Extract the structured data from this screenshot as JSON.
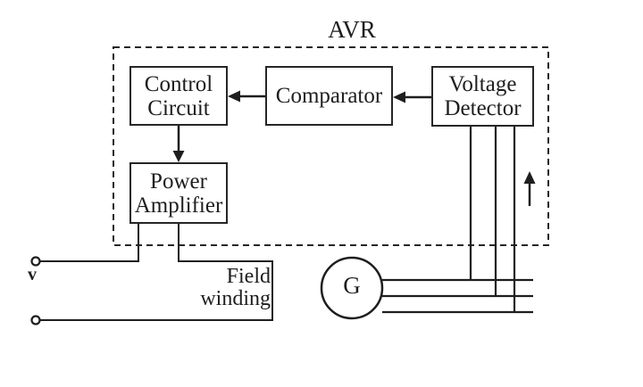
{
  "diagram": {
    "title": "AVR",
    "type": "block-diagram",
    "blocks": {
      "control_circuit": {
        "label": "Control Circuit"
      },
      "comparator": {
        "label": "Comparator"
      },
      "voltage_detector": {
        "label": "Voltage Detector"
      },
      "power_amplifier": {
        "label": "Power Amplifier"
      }
    },
    "labels": {
      "field_winding": "Field winding",
      "generator": "G",
      "output_voltage": "v"
    },
    "connections": [
      "Voltage Detector -> Comparator",
      "Comparator -> Control Circuit",
      "Control Circuit -> Power Amplifier",
      "Power Amplifier -> Field winding",
      "Generator three-phase output -> Voltage Detector (sensing taps, upward feedback arrow)"
    ],
    "colors": {
      "line": "#1e1e1e",
      "box_border": "#262626",
      "background": "#ffffff"
    }
  }
}
